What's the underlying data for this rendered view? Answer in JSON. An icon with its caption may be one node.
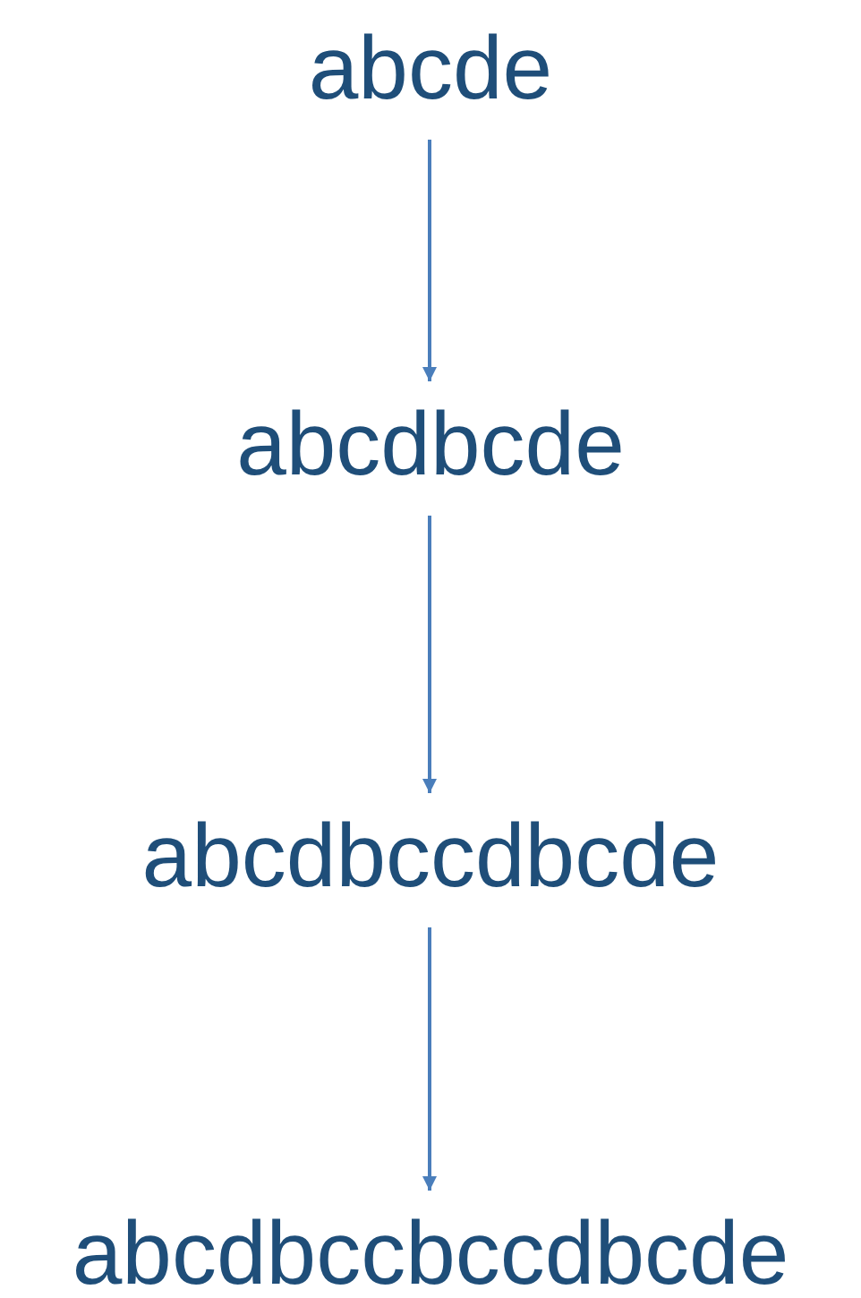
{
  "diagram": {
    "nodes": [
      {
        "text": [
          "abcde"
        ]
      },
      {
        "text": [
          "abcdbcde"
        ]
      },
      {
        "text": [
          "abcdbccdbcde"
        ]
      },
      {
        "text": [
          "abcdbccbccdbcde"
        ]
      }
    ],
    "edges": [
      {
        "from": 0,
        "to": 1,
        "arrow": "to"
      },
      {
        "from": 1,
        "to": 2,
        "arrow": "to"
      },
      {
        "from": 2,
        "to": 3,
        "arrow": "to"
      }
    ]
  }
}
